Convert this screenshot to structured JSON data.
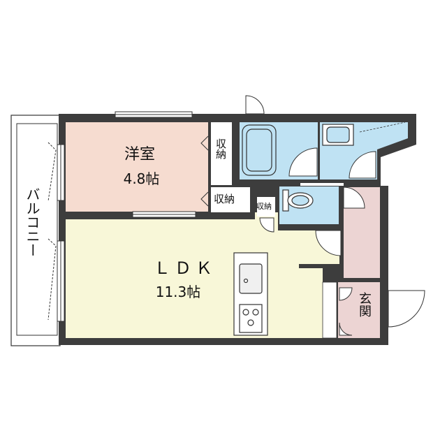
{
  "rooms": {
    "western": {
      "name": "洋室",
      "size": "4.8帖",
      "color": "#f6dcd0"
    },
    "ldk": {
      "name": "ＬＤＫ",
      "size": "11.3帖",
      "color": "#f8f7d8"
    },
    "corridor": {
      "color": "#ecd4d3"
    },
    "entrance": {
      "name": "玄関",
      "color": "#ecd4d3"
    },
    "wet_area": {
      "color": "#bfe2f3"
    }
  },
  "storage": {
    "closet_upper": "収納",
    "closet_lower": "収納",
    "closet_small": "収納"
  },
  "balcony": {
    "name": "バルコニー"
  },
  "colors": {
    "wall": "#3d3d3d",
    "fixture": "#ffffff",
    "line": "#333333"
  }
}
